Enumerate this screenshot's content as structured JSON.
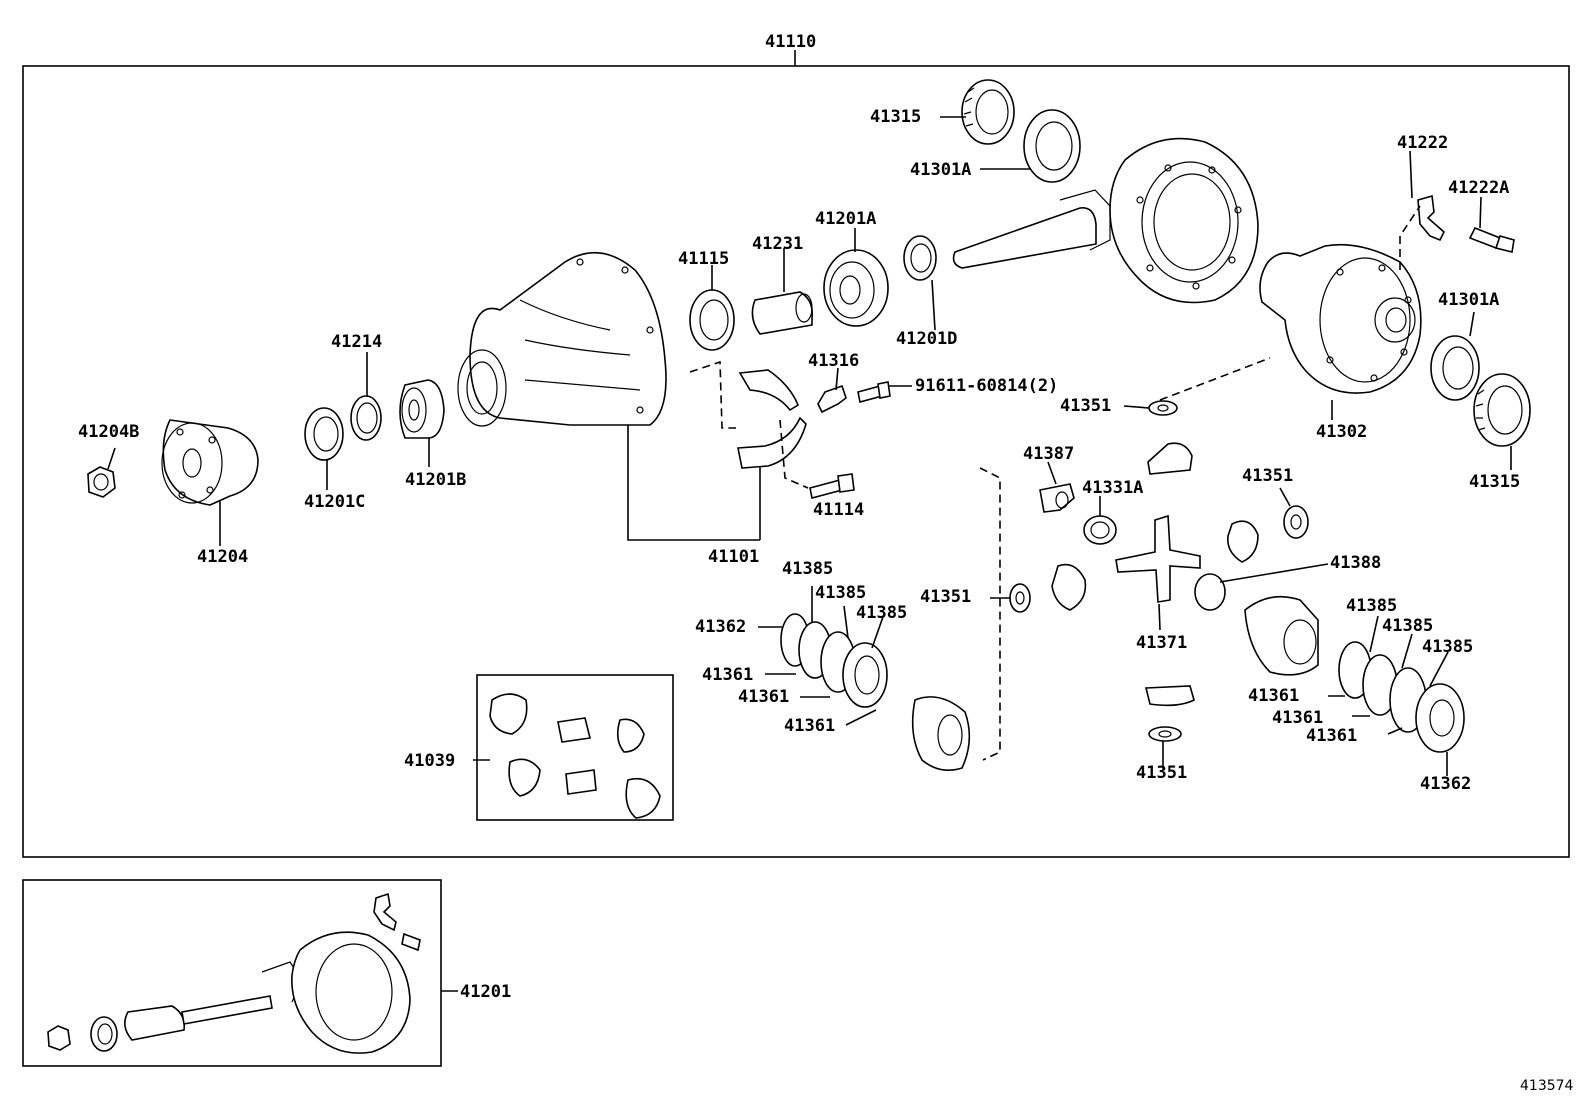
{
  "labels": {
    "p41110": "41110",
    "p41315_top": "41315",
    "p41301A_top": "41301A",
    "p41222": "41222",
    "p41222A": "41222A",
    "p41201A": "41201A",
    "p41231": "41231",
    "p41115": "41115",
    "p41214": "41214",
    "p41201D": "41201D",
    "p41301A_right": "41301A",
    "p41316": "41316",
    "p91611": "91611-60814(2)",
    "p41351_a": "41351",
    "p41302": "41302",
    "p41204B": "41204B",
    "p41201C": "41201C",
    "p41201B": "41201B",
    "p41315_right": "41315",
    "p41387": "41387",
    "p41331A": "41331A",
    "p41351_b": "41351",
    "p41114": "41114",
    "p41204": "41204",
    "p41101": "41101",
    "p41388": "41388",
    "p41385_a": "41385",
    "p41385_b": "41385",
    "p41385_c": "41385",
    "p41351_c": "41351",
    "p41362_left": "41362",
    "p41371": "41371",
    "p41385_d": "41385",
    "p41385_e": "41385",
    "p41385_f": "41385",
    "p41361_a": "41361",
    "p41361_b": "41361",
    "p41361_c": "41361",
    "p41361_d": "41361",
    "p41361_e": "41361",
    "p41361_f": "41361",
    "p41039": "41039",
    "p41351_d": "41351",
    "p41362_right": "41362",
    "p41201": "41201"
  },
  "figure_id": "413574"
}
